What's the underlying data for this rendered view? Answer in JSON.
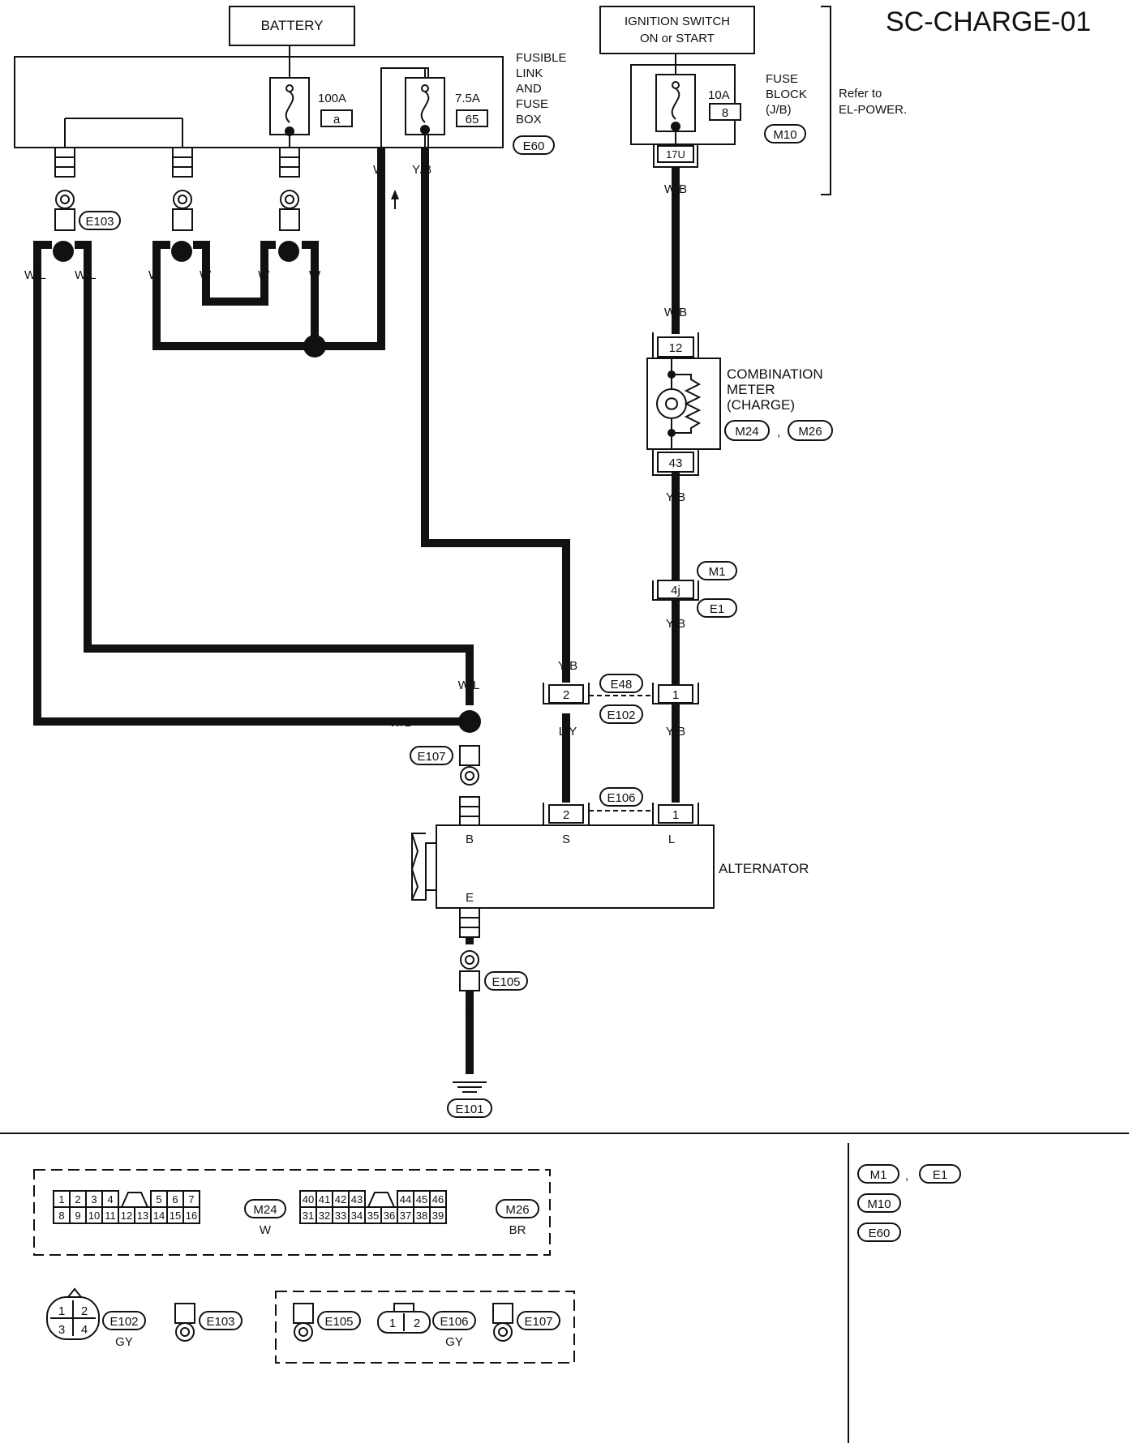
{
  "diagram_id": "SC-CHARGE-01",
  "components": {
    "battery": "BATTERY",
    "ignition_switch": [
      "IGNITION SWITCH",
      "ON or START"
    ],
    "fuse_box": [
      "FUSIBLE",
      "LINK",
      "AND",
      "FUSE",
      "BOX"
    ],
    "fuse_box_connector": "E60",
    "fuse_100a": {
      "rating": "100A",
      "id": "a"
    },
    "fuse_7_5a": {
      "rating": "7.5A",
      "id": "65"
    },
    "fuse_block": [
      "FUSE",
      "BLOCK",
      "(J/B)"
    ],
    "fuse_block_connector": "M10",
    "fuse_10a": {
      "rating": "10A",
      "id": "8"
    },
    "fuse_block_terminal": "17U",
    "refer": [
      "Refer to",
      "EL-POWER."
    ],
    "combination_meter": [
      "COMBINATION",
      "METER",
      "(CHARGE)"
    ],
    "meter_connectors": [
      "M24",
      "M26"
    ],
    "meter_terminals": [
      "12",
      "43"
    ],
    "joint_terminal": "4j",
    "joint_connectors": [
      "M1",
      "E1"
    ],
    "alternator": "ALTERNATOR",
    "alternator_terminals": [
      "B",
      "S",
      "L",
      "E"
    ],
    "alt_connector": "E106",
    "harness_connectors": [
      "E48",
      "E102"
    ],
    "pin_2": "2",
    "pin_1": "1",
    "ground": "E101",
    "e103": "E103",
    "e107": "E107",
    "e105": "E105"
  },
  "wire_labels": {
    "w": "W",
    "yb": "Y/B",
    "wb": "W/B",
    "wl": "W/L",
    "ly": "L/Y",
    "b": "B"
  },
  "legend": {
    "m24": {
      "id": "M24",
      "color": "W",
      "top": [
        "1",
        "2",
        "3",
        "4",
        "5",
        "6",
        "7"
      ],
      "bottom": [
        "8",
        "9",
        "10",
        "11",
        "12",
        "13",
        "14",
        "15",
        "16"
      ]
    },
    "m26": {
      "id": "M26",
      "color": "BR",
      "top": [
        "40",
        "41",
        "42",
        "43",
        "44",
        "45",
        "46"
      ],
      "bottom": [
        "31",
        "32",
        "33",
        "34",
        "35",
        "36",
        "37",
        "38",
        "39"
      ]
    },
    "e102": {
      "id": "E102",
      "color": "GY",
      "pins": [
        "1",
        "2",
        "3",
        "4"
      ]
    },
    "e103": "E103",
    "e105": "E105",
    "e106": {
      "id": "E106",
      "color": "GY",
      "pins": [
        "1",
        "2"
      ]
    },
    "e107": "E107",
    "side_refs": [
      "M1",
      "E1",
      "M10",
      "E60"
    ]
  }
}
